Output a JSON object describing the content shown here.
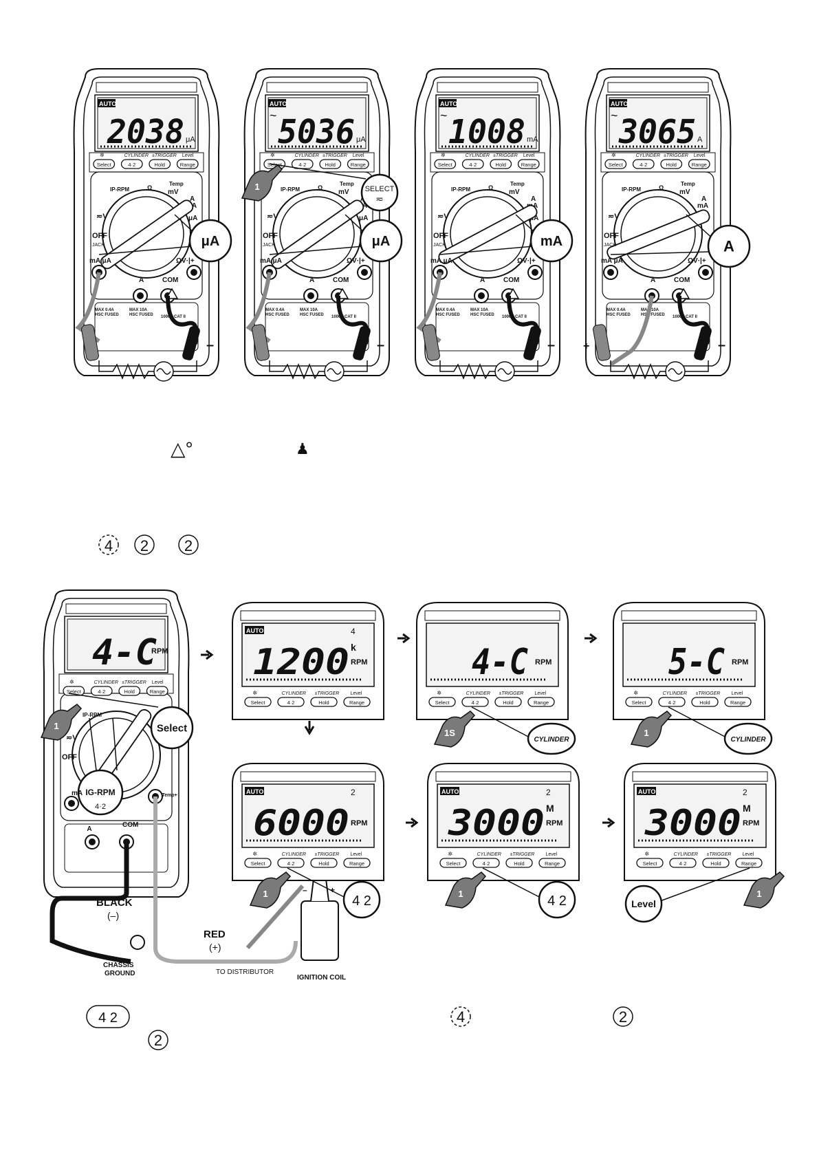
{
  "meters_top": [
    {
      "reading": "2038",
      "unit": "μA",
      "auto": "AUTO",
      "ac": "",
      "callout": "μA",
      "select_callout": "",
      "plus": ""
    },
    {
      "reading": "5036",
      "unit": "μA",
      "auto": "AUTO",
      "ac": "~",
      "callout": "μA",
      "select_callout": "SELECT",
      "plus": ""
    },
    {
      "reading": "1008",
      "unit": "mA",
      "auto": "AUTO",
      "ac": "~",
      "callout": "mA",
      "select_callout": "",
      "plus": ""
    },
    {
      "reading": "3065",
      "unit": "A",
      "auto": "AUTO",
      "ac": "~",
      "callout": "A",
      "select_callout": "",
      "plus": "+"
    }
  ],
  "buttons": {
    "select": "Select",
    "cylinder": "4·2",
    "hold": "Hold",
    "range": "Range"
  },
  "button_headers": {
    "backlight": "✲",
    "cylinder": "CYLINDER",
    "trigger": "±TRIGGER",
    "level": "Level"
  },
  "dial_labels": {
    "off": "OFF",
    "v": "≂V",
    "rpm": "IP-RPM",
    "ohm": "Ω",
    "temp": "Temp",
    "mv": "mV",
    "a": "A",
    "ma": "mA",
    "ua": "μA",
    "rpm_temp": "RPM Temp+"
  },
  "jacks": {
    "ma_ua": "mA μA",
    "a": "A",
    "com": "COM",
    "ohm_v": "ΩV·|+",
    "jack": "JACK",
    "max_04a": "MAX 0.4A",
    "max_10a": "MAX 10A",
    "fused": "HSC FUSED",
    "cat": "1000V CAT II"
  },
  "polarity": {
    "minus": "–"
  },
  "middle_symbols": {
    "left": "△°",
    "right": "♟"
  },
  "cylinder_symbols": [
    "4",
    "2",
    "2"
  ],
  "rpm_section": {
    "main_lcd": "4-C",
    "main_unit": "RPM",
    "select_callout": "Select",
    "igrpm_callout": "IG-RPM",
    "igrpm_sub": "4·2",
    "finger": "1",
    "black_label": "BLACK",
    "black_sign": "(–)",
    "red_label": "RED",
    "red_sign": "(+)",
    "chassis": "CHASSIS",
    "ground": "GROUND",
    "distributor": "TO DISTRIBUTOR",
    "coil": "IGNITION COIL",
    "coil_minus": "–",
    "coil_plus": "+"
  },
  "rpm_screens": [
    {
      "reading": "1200",
      "auto": "AUTO",
      "prefix": "k",
      "unit": "RPM",
      "cyl": "4",
      "finger": "",
      "callout": ""
    },
    {
      "reading": "4-C",
      "auto": "",
      "prefix": "",
      "unit": "RPM",
      "cyl": "",
      "finger": "1S",
      "callout": "CYLINDER"
    },
    {
      "reading": "5-C",
      "auto": "",
      "prefix": "",
      "unit": "RPM",
      "cyl": "",
      "finger": "1",
      "callout": "CYLINDER"
    },
    {
      "reading": "6000",
      "auto": "AUTO",
      "prefix": "",
      "unit": "RPM",
      "cyl": "2",
      "finger": "1",
      "callout": "4 2"
    },
    {
      "reading": "3000",
      "auto": "AUTO",
      "prefix": "M",
      "unit": "RPM",
      "cyl": "2",
      "finger": "1",
      "callout": "4 2"
    },
    {
      "reading": "3000",
      "auto": "AUTO",
      "prefix": "M",
      "unit": "RPM",
      "cyl": "2",
      "finger": "1",
      "callout": "Level"
    }
  ],
  "bottom_symbols": {
    "a": "4 2",
    "b": "4",
    "c": "2",
    "d": "2"
  }
}
